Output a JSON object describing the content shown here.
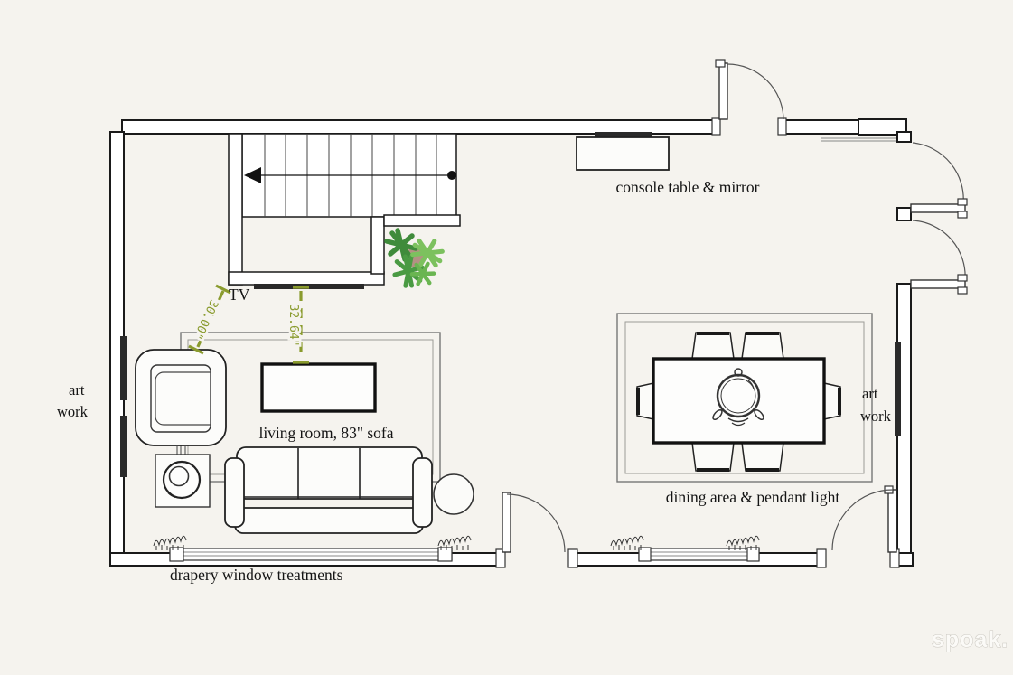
{
  "plan": {
    "labels": {
      "tv": "TV",
      "console": "console table & mirror",
      "living_room": "living room, 83\" sofa",
      "dining_area": "dining area & pendant light",
      "drapery": "drapery window treatments"
    },
    "artwork_left": {
      "line1": "art",
      "line2": "work"
    },
    "artwork_right": {
      "line1": "art",
      "line2": "work"
    },
    "dimensions": {
      "tv_to_armchair": "30.00\"",
      "tv_to_coffee_table": "32.64\"",
      "color": "#8a9b2e"
    },
    "colors": {
      "background": "#f5f3ee",
      "wall_line": "#1a1a1a",
      "artwork_bar": "#2a2a2a",
      "plant_dark": "#3f8b3b",
      "plant_light": "#7cc15e"
    },
    "watermark": "spoak."
  }
}
